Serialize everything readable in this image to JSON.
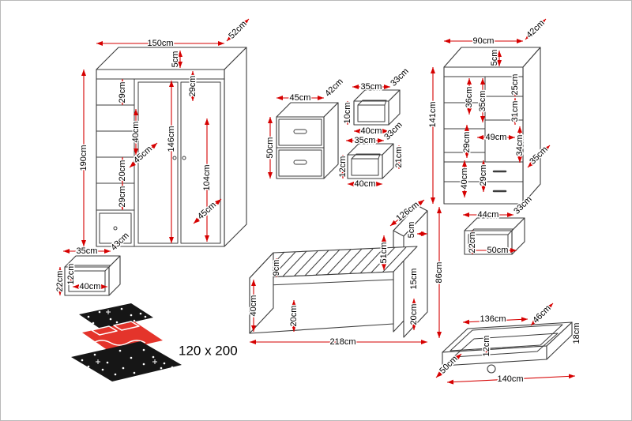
{
  "page": {
    "title": "Bedroom furniture set dimensions diagram",
    "background": "#ffffff",
    "border_color": "#b9b9b9"
  },
  "colors": {
    "dimension_red": "#d60000",
    "outline_gray": "#3c3c3c",
    "icon_black": "#161616",
    "mattress_red": "#e4342b"
  },
  "wardrobe_large": {
    "width": "150cm",
    "depth": "52cm",
    "height": "190cm",
    "top_gap": "5cm",
    "upper_right": "29cm",
    "upper_left": "29cm",
    "shelf_depth": "40cm",
    "interior_height": "146cm",
    "inner_depth_upper": "45cm",
    "shelf_mid": "20cm",
    "shelf_lower": "29cm",
    "hanging_height": "104cm",
    "inner_depth_lower": "45cm"
  },
  "nightstand": {
    "width": "45cm",
    "depth": "42cm",
    "height": "50cm"
  },
  "wall_shelf_a": {
    "width": "35cm",
    "depth": "33cm",
    "height": "10cm",
    "bottom_width": "40cm"
  },
  "wall_shelf_b": {
    "width": "35cm",
    "depth": "33cm",
    "height_right": "21cm",
    "height_left": "12cm",
    "bottom_width": "40cm"
  },
  "wardrobe_small": {
    "width": "90cm",
    "depth": "42cm",
    "height": "141cm",
    "top_gap": "5cm",
    "left_upper": "36cm",
    "center_upper": "35cm",
    "right_upper": "25cm",
    "right_mid": "31cm",
    "left_mid": "29cm",
    "interior_width": "49cm",
    "right_lower": "34cm",
    "door_depth": "35cm",
    "drawer_left": "40cm",
    "drawer_right": "29cm"
  },
  "drawer_mid": {
    "width": "44cm",
    "depth": "33cm",
    "height": "22cm",
    "bottom_width": "50cm"
  },
  "drawer_left": {
    "width": "35cm",
    "depth": "43cm",
    "inner_height": "12cm",
    "inner_width": "40cm",
    "height": "22cm"
  },
  "bed": {
    "headboard_width": "126cm",
    "headboard_thickness": "5cm",
    "headboard_height": "51cm",
    "frame_top": "15cm",
    "total_height": "86cm",
    "base_right": "20cm",
    "slat_edge": "9cm",
    "foot_height": "40cm",
    "rail_height": "20cm",
    "length": "218cm"
  },
  "bed_icon": {
    "size_text": "120 x 200"
  },
  "drawer_bed": {
    "top_width": "136cm",
    "depth": "46cm",
    "height": "18cm",
    "inner_height": "12cm",
    "front_depth": "50cm",
    "bottom_width": "140cm"
  }
}
